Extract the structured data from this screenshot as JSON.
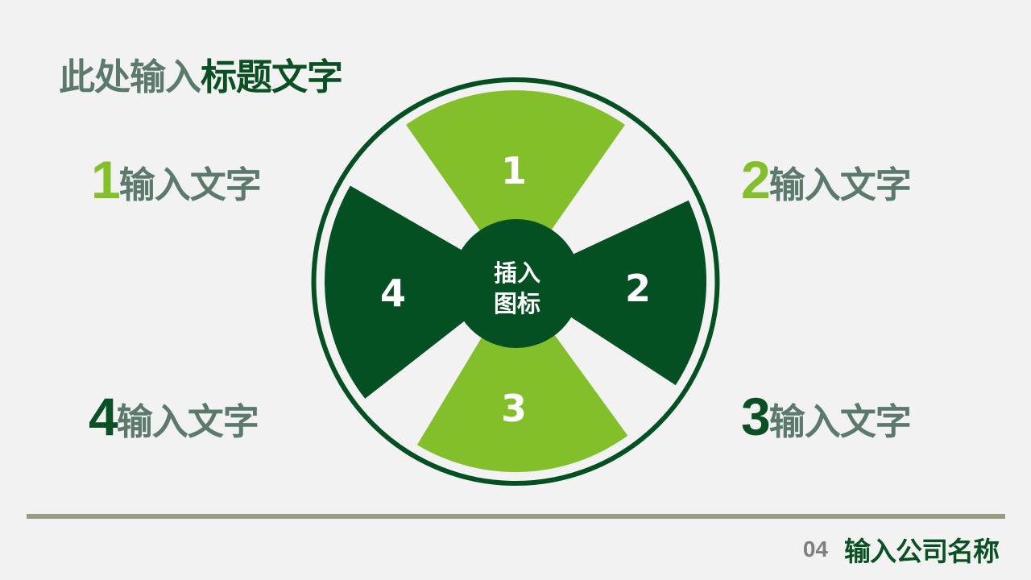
{
  "slide": {
    "title_part1": "此处输入",
    "title_part2": "标题文字",
    "labels": [
      {
        "num": "1",
        "text": "输入文字",
        "num_color": "#82bf2a"
      },
      {
        "num": "2",
        "text": "输入文字",
        "num_color": "#82bf2a"
      },
      {
        "num": "3",
        "text": "输入文字",
        "num_color": "#0b5023"
      },
      {
        "num": "4",
        "text": "输入文字",
        "num_color": "#0b5023"
      }
    ],
    "diagram": {
      "center_text_line1": "插入",
      "center_text_line2": "图标",
      "segments": [
        {
          "num": "1",
          "color": "#82bf2a"
        },
        {
          "num": "2",
          "color": "#055022"
        },
        {
          "num": "3",
          "color": "#82bf2a"
        },
        {
          "num": "4",
          "color": "#055022"
        }
      ],
      "ring_color": "#055022",
      "hub_color": "#055022"
    },
    "footer": {
      "page_number": "04",
      "company": "输入公司名称"
    }
  },
  "colors": {
    "background": "#f2f2f2",
    "dark_green": "#0b5023",
    "light_green": "#82bf2a",
    "gray_green": "#5b7a6c",
    "divider": "#979c82"
  }
}
